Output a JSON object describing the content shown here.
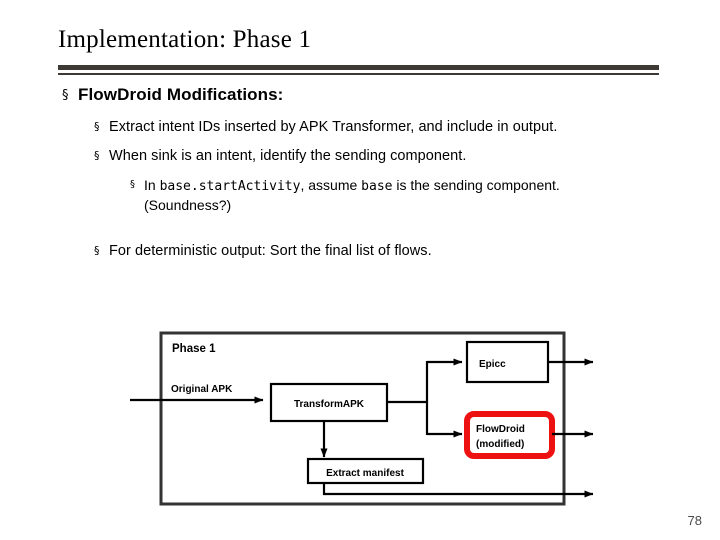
{
  "slide": {
    "title": "Implementation: Phase 1",
    "page_number": "78"
  },
  "content": {
    "heading_bullet": "FlowDroid Modifications:",
    "bullet_marker": "§",
    "items": [
      {
        "level": 2,
        "text": "Extract intent IDs inserted by APK Transformer, and include in output."
      },
      {
        "level": 2,
        "text": "When sink is an intent, identify the sending component."
      }
    ],
    "sub_item": {
      "level": 3,
      "prefix": "In ",
      "code1": "base.startActivity",
      "middle": ", assume ",
      "code2": "base",
      "suffix": " is the sending component.",
      "second_line": "(Soundness?)"
    },
    "final_item": {
      "level": 2,
      "text": "For deterministic output: Sort the final list of flows."
    }
  },
  "diagram": {
    "container_label": "Phase 1",
    "input_label": "Original APK",
    "nodes": [
      {
        "id": "transform",
        "label": "TransformAPK"
      },
      {
        "id": "epicc",
        "label": "Epicc"
      },
      {
        "id": "flowdroid_line1",
        "label": "FlowDroid"
      },
      {
        "id": "flowdroid_line2",
        "label": "(modified)"
      },
      {
        "id": "manifest",
        "label": "Extract manifest"
      }
    ],
    "highlight_color": "#EE1111",
    "line_color": "#000000",
    "container_border_color": "#333333"
  }
}
